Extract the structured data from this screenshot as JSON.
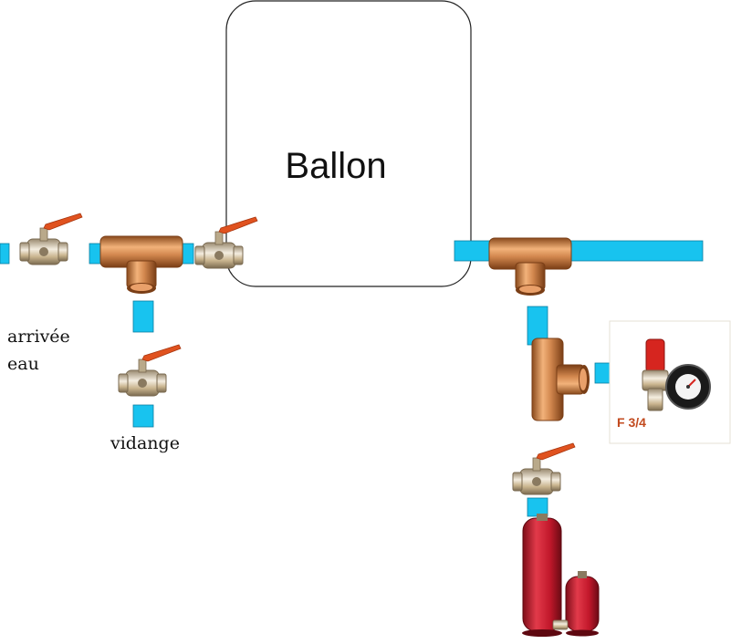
{
  "tank_label": "Ballon",
  "labels": {
    "water_inlet_line1": "arrivée",
    "water_inlet_line2": "eau",
    "drain": "vidange",
    "valve_size": "F 3/4"
  },
  "colors": {
    "pipe": "#18c3ef",
    "tank_border": "#222222",
    "brass": "#c98b4c",
    "copper": "#d2874e",
    "valve_handle": "#e0521f",
    "expansion_vessel": "#c2182b",
    "gauge_face": "#1a1a1a"
  },
  "icons": [
    "ball-valve-icon",
    "copper-tee-icon",
    "safety-valve-icon",
    "pressure-gauge-icon",
    "expansion-vessel-icon"
  ]
}
